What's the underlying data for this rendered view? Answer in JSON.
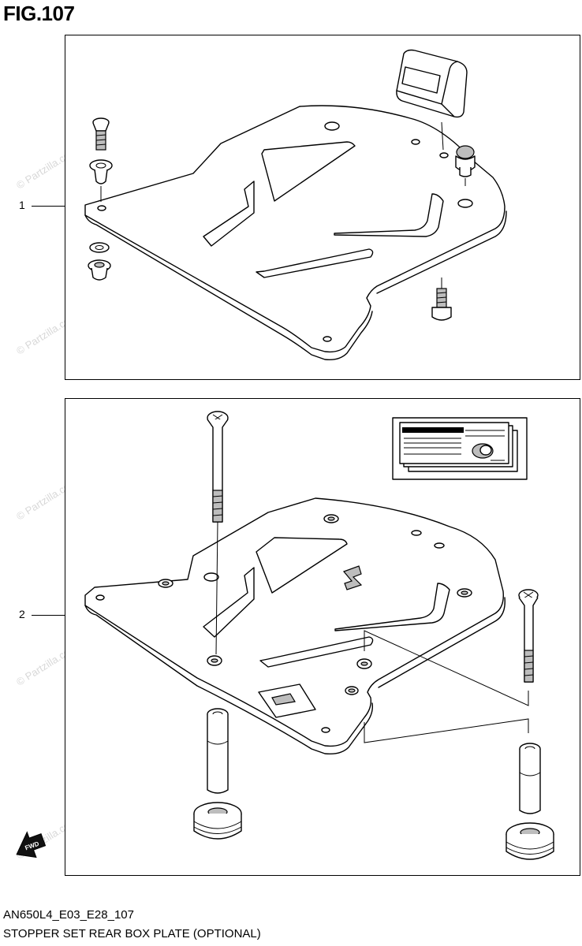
{
  "figure": {
    "title": "FIG.107"
  },
  "callouts": [
    {
      "label": "1"
    },
    {
      "label": "2"
    }
  ],
  "footer": {
    "code": "AN650L4_E03_E28_107",
    "caption": "STOPPER SET REAR BOX PLATE (OPTIONAL)"
  },
  "watermark": {
    "text": "© Partzilla.com"
  },
  "fwd_badge": {
    "label": "FWD"
  },
  "colors": {
    "line": "#000000",
    "background": "#ffffff",
    "watermark": "#d8d8d8",
    "shading": "#bdbdbd"
  }
}
